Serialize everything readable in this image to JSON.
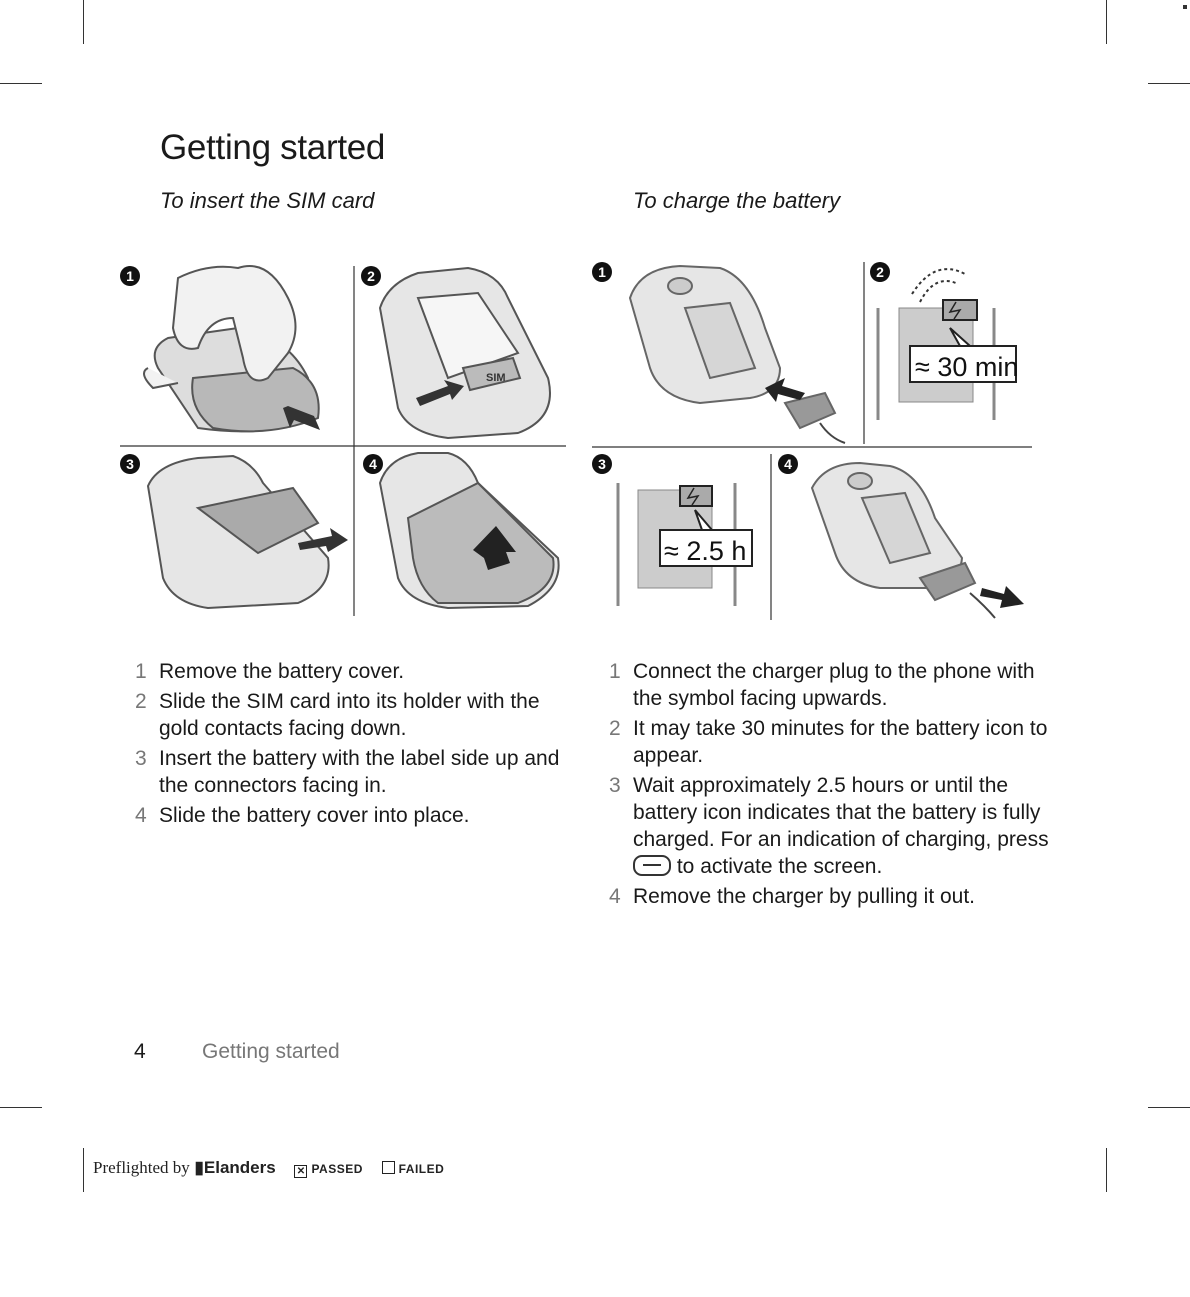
{
  "page": {
    "title": "Getting started",
    "left_subhead": "To insert the SIM card",
    "right_subhead": "To charge the battery"
  },
  "figures": {
    "sim_labels": [
      "1",
      "2",
      "3",
      "4"
    ],
    "charge_labels": [
      "1",
      "2",
      "3",
      "4"
    ],
    "sim_card_text": "SIM",
    "callout_30": "≈ 30 min",
    "callout_25": "≈ 2.5 h"
  },
  "sim_steps": [
    {
      "n": "1",
      "text": "Remove the battery cover."
    },
    {
      "n": "2",
      "text": "Slide the SIM card into its holder with the gold contacts facing down."
    },
    {
      "n": "3",
      "text": "Insert the battery with the label side up and the connectors facing in."
    },
    {
      "n": "4",
      "text": "Slide the battery cover into place."
    }
  ],
  "charge_steps": [
    {
      "n": "1",
      "text": "Connect the charger plug to the phone with the symbol facing upwards."
    },
    {
      "n": "2",
      "text": "It may take 30 minutes for the battery icon to appear."
    },
    {
      "n": "3",
      "text_before": "Wait approximately 2.5 hours or until the battery icon indicates that the battery is fully charged. For an indication of charging, press",
      "text_after": "to activate the screen."
    },
    {
      "n": "4",
      "text": "Remove the charger by pulling it out."
    }
  ],
  "footer": {
    "page_number": "4",
    "section": "Getting started",
    "preflight_prefix": "Preflighted by",
    "preflight_brand": "Elanders",
    "passed_mark": "✕",
    "passed_label": "PASSED",
    "failed_label": "FAILED"
  }
}
